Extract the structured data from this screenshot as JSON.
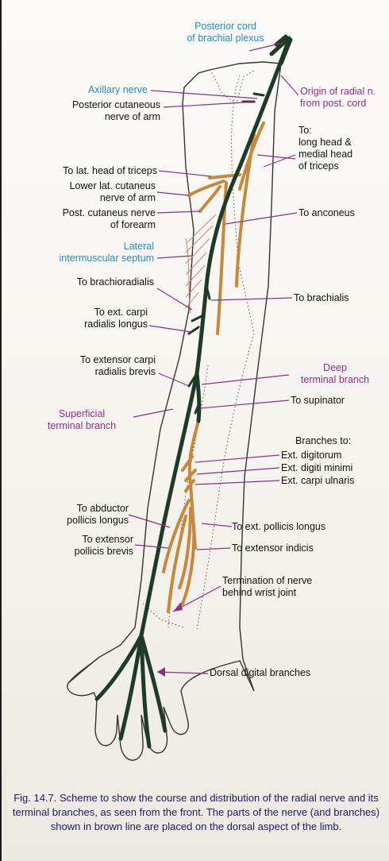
{
  "figure": {
    "caption": "Fig. 14.7. Scheme to show the course and distribution of the radial nerve and its terminal branches, as seen from the front. The parts of the nerve (and branches) shown in brown line are placed on the dorsal aspect of the limb."
  },
  "colors": {
    "nerve": "#1f3a28",
    "dorsal_branch": "#c8883c",
    "outline": "#333333",
    "leader": "#8e2f86",
    "label_blue": "#1f8fc0",
    "label_magenta": "#8e2f86",
    "caption": "#1a1a60"
  },
  "labels": {
    "posterior_cord": "Posterior cord\nof brachial plexus",
    "axillary_nerve": "Axillary nerve",
    "posterior_cutaneous_arm": "Posterior cutaneous\nnerve of arm",
    "origin_radial": "Origin of radial n.\nfrom post. cord",
    "to_long_medial_head": "To:\nlong head &\nmedial head\nof triceps",
    "to_lat_head": "To lat. head of triceps",
    "lower_lat_cutaneous": "Lower lat. cutaneus\nnerve of arm",
    "post_cutaneous_forearm": "Post. cutaneus nerve\nof forearm",
    "to_anconeus": "To anconeus",
    "lateral_septum": "Lateral\nintermuscular septum",
    "to_brachioradialis": "To brachioradialis",
    "to_brachialis": "To brachialis",
    "to_ecrl": "To ext. carpi\nradialis longus",
    "to_ecrb": "To extensor carpi\nradialis brevis",
    "deep_terminal": "Deep\nterminal branch",
    "to_supinator": "To supinator",
    "superficial_terminal": "Superficial\nterminal branch",
    "branches_to": "Branches to:",
    "ext_digitorum": "Ext. digitorum",
    "ext_digiti_minimi": "Ext. digiti minimi",
    "ext_carpi_ulnaris": "Ext. carpi ulnaris",
    "to_abductor": "To abductor\npollicis longus",
    "to_ext_pollicis_longus": "To ext. pollicis longus",
    "to_extensor_pollicis_brevis": "To extensor\npollicis brevis",
    "to_extensor_indicis": "To extensor indicis",
    "termination": "Termination of nerve\nbehind wrist joint",
    "dorsal_digital": "Dorsal digital branches"
  }
}
